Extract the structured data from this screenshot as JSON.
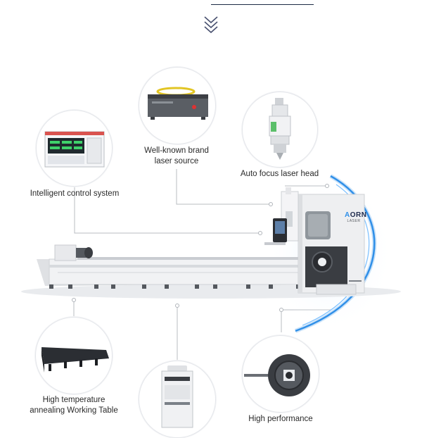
{
  "features": {
    "laser_source": {
      "label_line1": "Well-known brand",
      "label_line2": "laser source"
    },
    "auto_focus": {
      "label": "Auto focus laser head"
    },
    "control_system": {
      "label": "Intelligent control system"
    },
    "working_table": {
      "label_line1": "High temperature",
      "label_line2": "annealing Working Table"
    },
    "chuck": {
      "label": "High performance"
    }
  },
  "machine": {
    "brand_line1": "ORN",
    "brand_line2": "LASER",
    "brand_mark": "A"
  },
  "colors": {
    "accent_blue": "#2f8fe8",
    "line_gray": "#b8bcc2",
    "machine_white": "#eeeff1",
    "machine_dark": "#3a3d42"
  }
}
